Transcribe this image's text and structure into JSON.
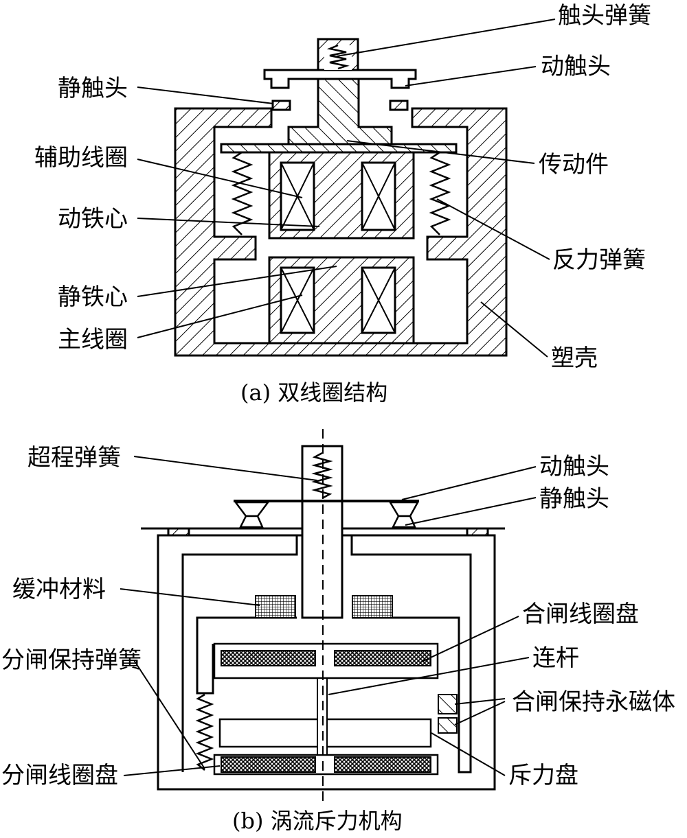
{
  "diagram_a": {
    "caption": "(a)  双线圈结构",
    "labels": {
      "contact_spring": "触头弹簧",
      "static_contact": "静触头",
      "moving_contact": "动触头",
      "aux_coil": "辅助线圈",
      "transmission": "传动件",
      "moving_core": "动铁心",
      "reaction_spring": "反力弹簧",
      "static_core": "静铁心",
      "main_coil": "主线圈",
      "housing": "塑壳"
    }
  },
  "diagram_b": {
    "caption": "(b)  涡流斥力机构",
    "labels": {
      "overtravel_spring": "超程弹簧",
      "moving_contact": "动触头",
      "static_contact": "静触头",
      "buffer_material": "缓冲材料",
      "closing_coil_disc": "合闸线圈盘",
      "opening_hold_spring": "分闸保持弹簧",
      "connecting_rod": "连杆",
      "closing_hold_magnet": "合闸保持永磁体",
      "opening_coil_disc": "分闸线圈盘",
      "repulsion_disc": "斥力盘"
    }
  }
}
